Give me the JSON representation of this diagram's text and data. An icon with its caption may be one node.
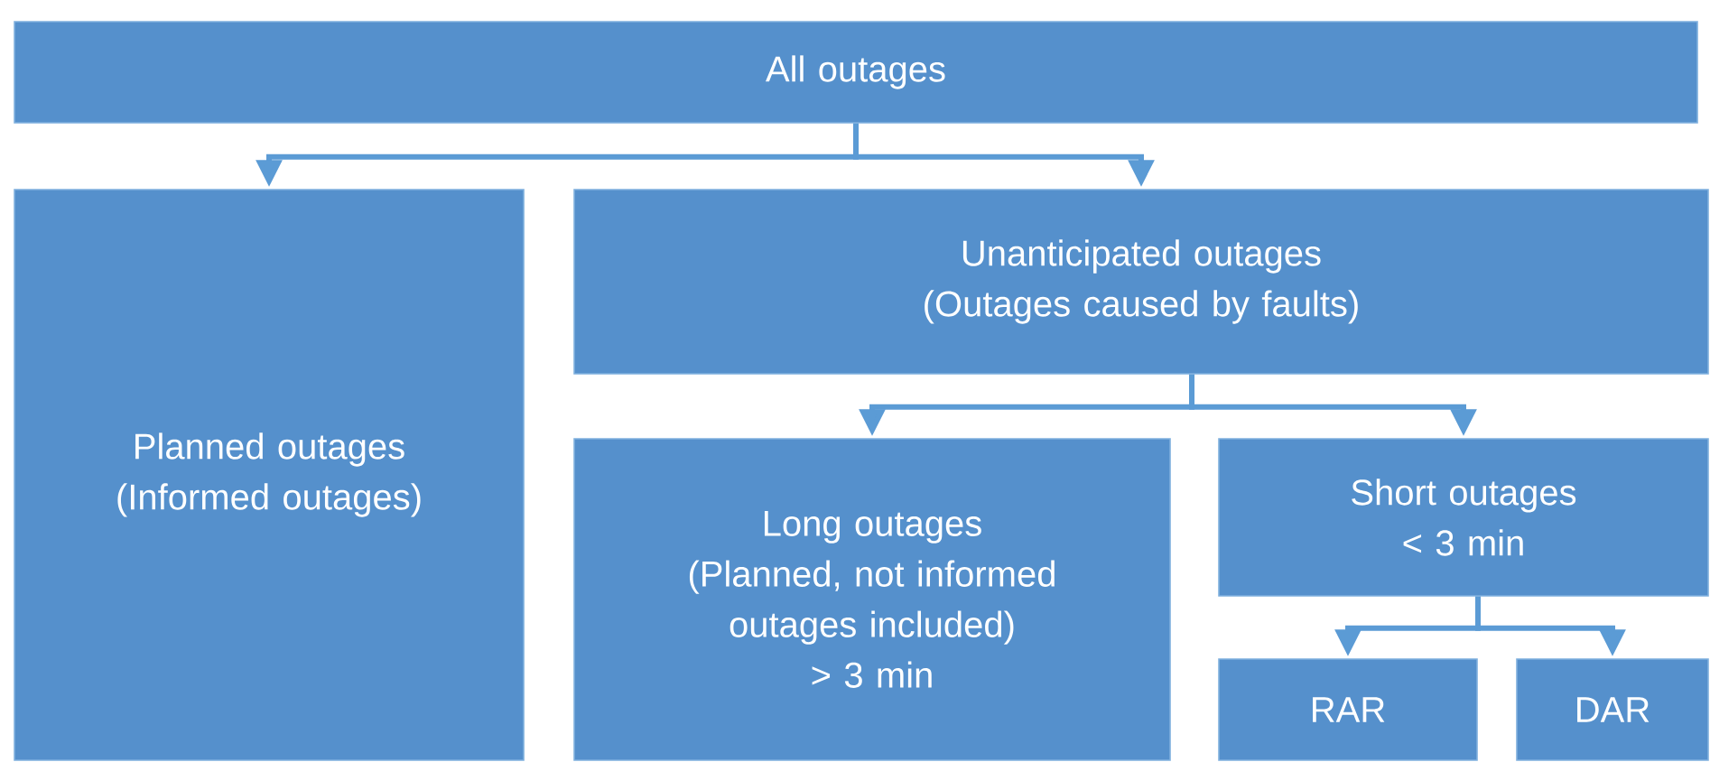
{
  "diagram": {
    "nodes": [
      {
        "text": [
          "All outages"
        ]
      },
      {
        "text": [
          "Planned outages",
          "(Informed outages)"
        ]
      },
      {
        "text": [
          "Unanticipated outages",
          "(Outages caused by faults)"
        ]
      },
      {
        "text": [
          "Long outages",
          "(Planned, not informed outages included)",
          "> 3 min"
        ]
      },
      {
        "text": [
          "Short outages",
          "< 3 min"
        ]
      },
      {
        "text": [
          "RAR"
        ]
      },
      {
        "text": [
          "DAR"
        ]
      }
    ],
    "edges": [
      {
        "from": 0,
        "to": 1,
        "arrow": "to"
      },
      {
        "from": 0,
        "to": 2,
        "arrow": "to"
      },
      {
        "from": 2,
        "to": 3,
        "arrow": "to"
      },
      {
        "from": 2,
        "to": 4,
        "arrow": "to"
      },
      {
        "from": 4,
        "to": 5,
        "arrow": "to"
      },
      {
        "from": 4,
        "to": 6,
        "arrow": "to"
      }
    ]
  }
}
